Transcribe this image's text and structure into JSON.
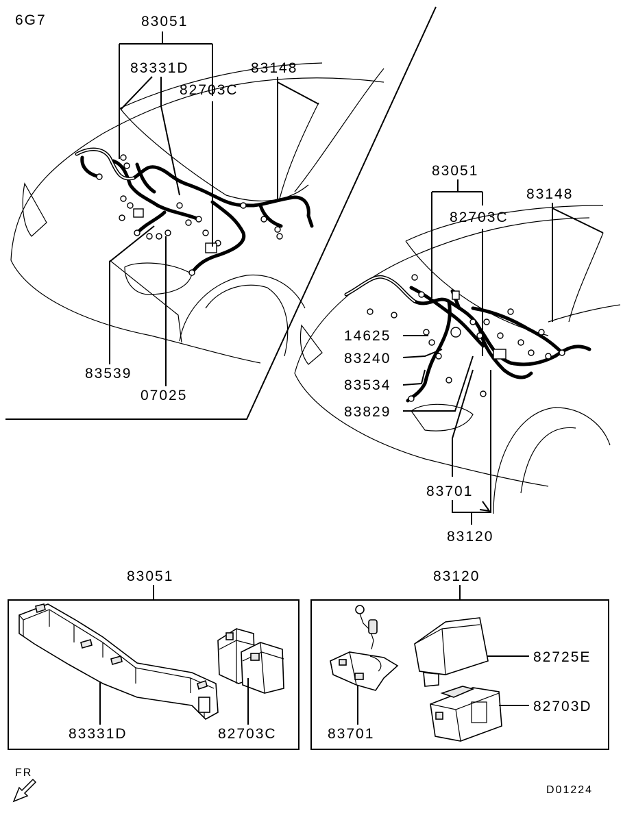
{
  "diagram_code": "6G7",
  "figure_id": "D01224",
  "direction_label": "FR",
  "top_left_view": {
    "labels": {
      "harness_main": "83051",
      "harness_sub": "83331D",
      "relay": "82703C",
      "hood_harness": "83148",
      "lower_left": "83539",
      "lower_mid": "07025"
    }
  },
  "right_view": {
    "labels": {
      "harness_main": "83051",
      "relay": "82703C",
      "hood_harness": "83148",
      "c1": "14625",
      "c2": "83240",
      "c3": "83534",
      "c4": "83829",
      "bracket": "83701",
      "fuse_box": "83120"
    }
  },
  "detail_left": {
    "title": "83051",
    "parts": {
      "harness_cover": "83331D",
      "relay": "82703C"
    }
  },
  "detail_right": {
    "title": "83120",
    "parts": {
      "bracket": "83701",
      "cover": "82725E",
      "relay_box": "82703D"
    }
  }
}
